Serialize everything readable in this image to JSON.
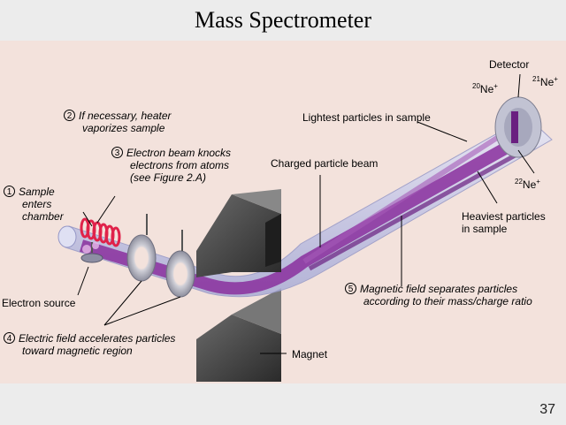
{
  "title": "Mass Spectrometer",
  "page_number": "37",
  "labels": {
    "step1_num": "1",
    "step1_line1": "Sample",
    "step1_line2": "enters",
    "step1_line3": "chamber",
    "step2_num": "2",
    "step2_line1": "If necessary, heater",
    "step2_line2": "vaporizes sample",
    "step3_num": "3",
    "step3_line1": "Electron beam knocks",
    "step3_line2": "electrons from atoms",
    "step3_line3": "(see Figure 2.A)",
    "step4_num": "4",
    "step4_line1": "Electric field accelerates particles",
    "step4_line2": "toward magnetic region",
    "step5_num": "5",
    "step5_line1": "Magnetic field separates particles",
    "step5_line2": "according to their mass/charge ratio",
    "electron_source": "Electron source",
    "charged_beam": "Charged particle beam",
    "lightest": "Lightest particles in sample",
    "detector": "Detector",
    "ne20_mass": "20",
    "ne20_sym": "Ne",
    "ne21_mass": "21",
    "ne21_sym": "Ne",
    "ne22_mass": "22",
    "ne22_sym": "Ne",
    "charge": "+",
    "heaviest_line1": "Heaviest particles",
    "heaviest_line2": "in sample",
    "magnet": "Magnet"
  },
  "colors": {
    "beam": "#8a2f9e",
    "tube": "#c9cbe8",
    "magnet": "#3a3a3a",
    "heater": "#e0224a",
    "figure_bg": "#f3e2dc"
  }
}
